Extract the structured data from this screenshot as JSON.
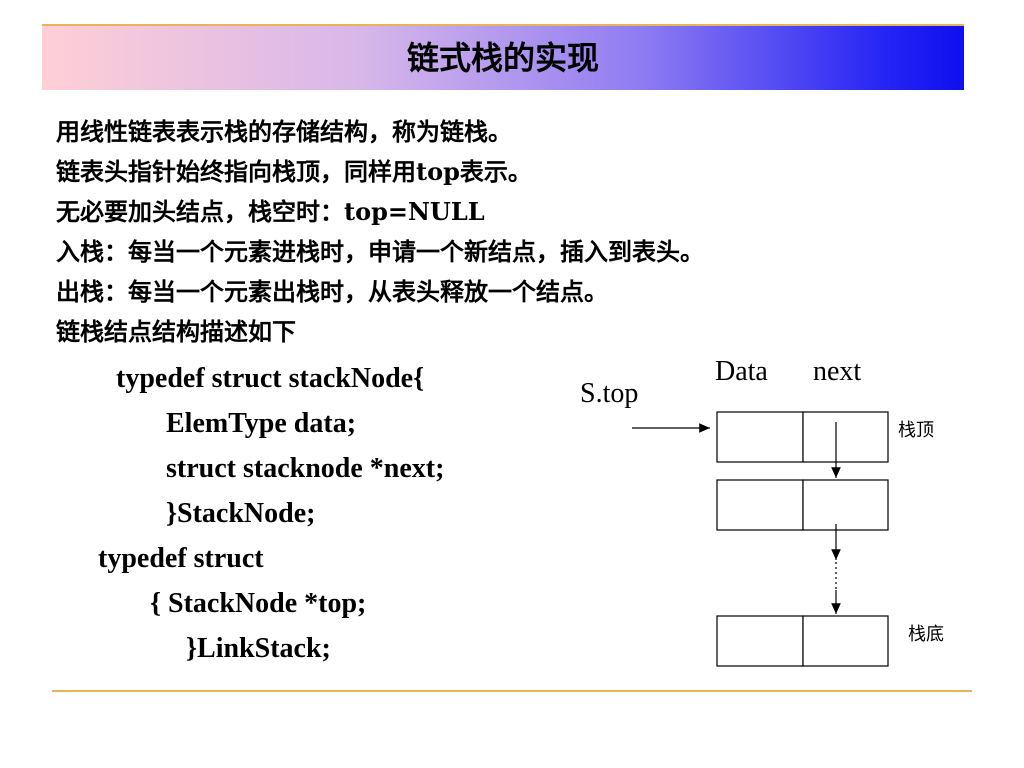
{
  "title": "链式栈的实现",
  "body_lines": [
    "用线性链表表示栈的存储结构，称为链栈。",
    "链表头指针始终指向栈顶，同样用top表示。",
    "无必要加头结点，栈空时：top=NULL",
    "入栈：每当一个元素进栈时，申请一个新结点，插入到表头。",
    "出栈：每当一个元素出栈时，从表头释放一个结点。",
    "链栈结点结构描述如下"
  ],
  "code_lines": [
    "typedef struct stackNode{",
    "ElemType data;",
    "struct stacknode *next;",
    "}StackNode;",
    "typedef struct",
    "{ StackNode *top;",
    "}LinkStack;"
  ],
  "diagram": {
    "data_label": "Data",
    "next_label": "next",
    "pointer_label": "S.top",
    "top_label": "栈顶",
    "bottom_label": "栈底"
  }
}
